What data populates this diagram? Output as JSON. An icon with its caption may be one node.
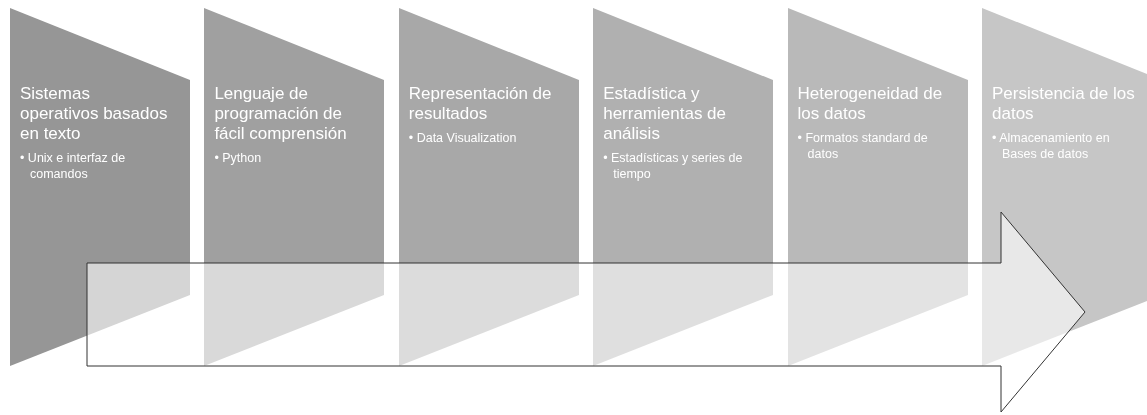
{
  "diagram": {
    "nodes": [
      {
        "text": [
          "Sistemas operativos basados en texto",
          "• Unix e interfaz de comandos"
        ]
      },
      {
        "text": [
          "Lenguaje de programación de fácil comprensión",
          "• Python"
        ]
      },
      {
        "text": [
          "Representación de resultados",
          "• Data Visualization"
        ]
      },
      {
        "text": [
          "Estadística y herramientas de análisis",
          "• Estadísticas y series de tiempo"
        ]
      },
      {
        "text": [
          "Heterogeneidad de los datos",
          "• Formatos standard de datos"
        ]
      },
      {
        "text": [
          "Persistencia de los datos",
          "• Almacenamiento en Bases de datos"
        ]
      },
      {
        "text": [],
        "shape": "arrow"
      }
    ]
  }
}
